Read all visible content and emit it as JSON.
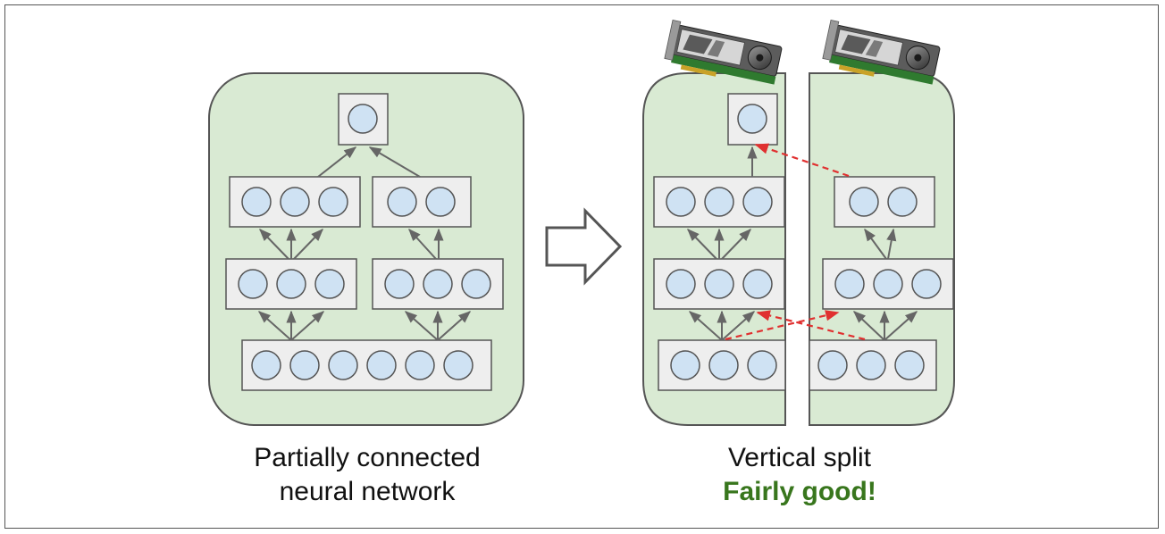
{
  "left_caption": {
    "line1": "Partially connected",
    "line2": "neural network"
  },
  "right_caption": {
    "line1": "Vertical split",
    "verdict": "Fairly good!"
  },
  "colors": {
    "panel_fill": "#d9ead3",
    "layer_box_fill": "#eeeeee",
    "neuron_fill": "#cfe2f3",
    "stroke": "#555555",
    "cross_device_arrow": "#e03030",
    "verdict_text": "#38761d"
  },
  "icons": {
    "left_gpu": "gpu-card-icon",
    "right_gpu": "gpu-card-icon",
    "transform_arrow": "right-arrow-icon"
  }
}
